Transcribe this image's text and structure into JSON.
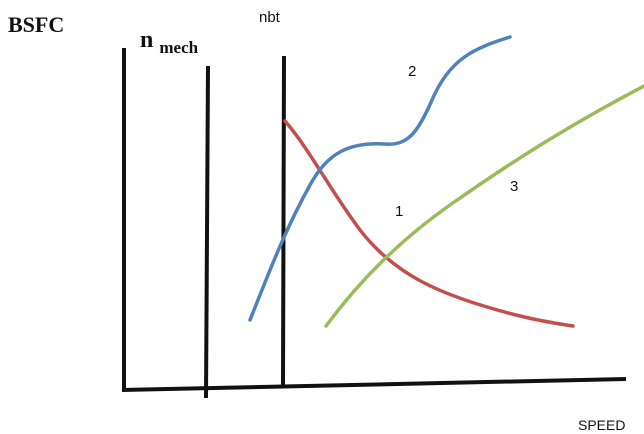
{
  "labels": {
    "y_axis": "BSFC",
    "mech_base": "n",
    "mech_sub": "mech",
    "nbt": "nbt",
    "x_axis": "SPEED",
    "curve_1": "1",
    "curve_2": "2",
    "curve_3": "3"
  },
  "colors": {
    "axis": "#111111",
    "curve_1": "#c0504d",
    "curve_2": "#4f81bd",
    "curve_3": "#9bbb59"
  }
}
